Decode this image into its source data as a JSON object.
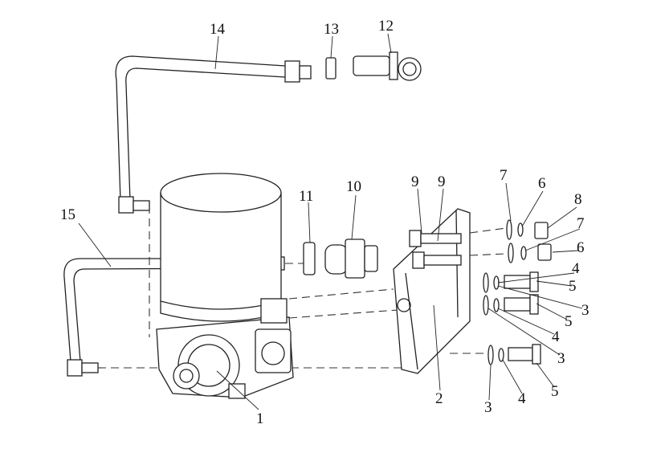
{
  "diagram": {
    "type": "exploded-parts-view",
    "callouts": [
      "14",
      "13",
      "12",
      "9",
      "9",
      "7",
      "6",
      "8",
      "7",
      "6",
      "4",
      "5",
      "3",
      "5",
      "4",
      "3",
      "5",
      "4",
      "3",
      "2",
      "1",
      "11",
      "10",
      "15"
    ]
  }
}
